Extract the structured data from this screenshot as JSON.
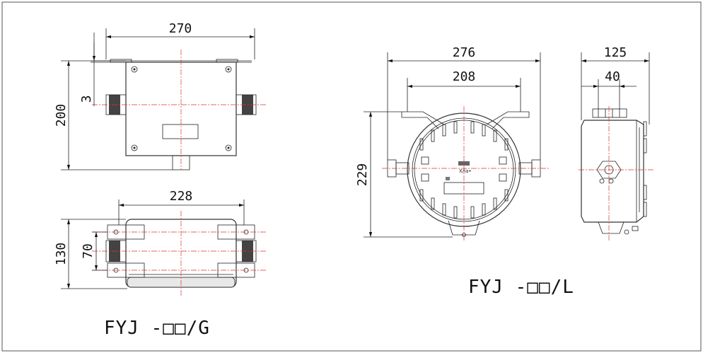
{
  "dims": {
    "top_width": "270",
    "top_height": "200",
    "top_offset": "3",
    "bottom_width": "228",
    "bottom_height": "130",
    "bottom_inner": "70",
    "front_width": "276",
    "front_inner": "208",
    "front_height": "229",
    "side_width": "125",
    "side_inner": "40"
  },
  "labels": {
    "model_g": "FYJ -□□/G",
    "model_l": "FYJ -□□/L",
    "nameplate_line": "X/ia•"
  }
}
